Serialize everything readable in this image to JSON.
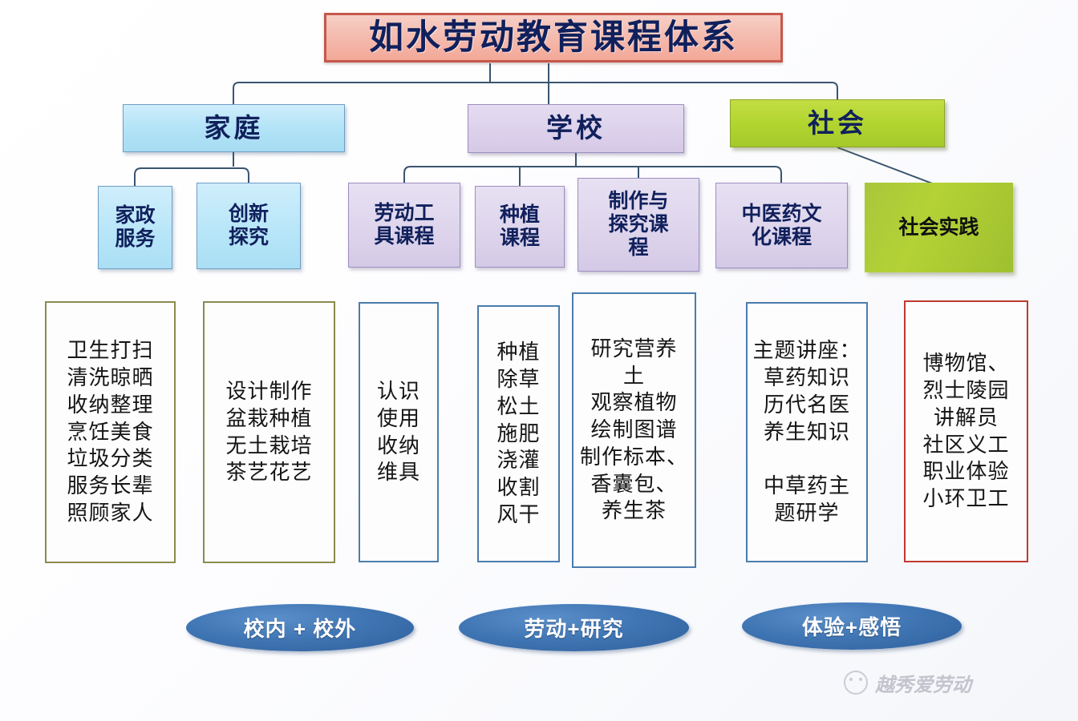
{
  "title": {
    "text": "如水劳动教育课程体系",
    "box_color": "#f4bcb0",
    "border_color": "#c4584c",
    "text_color": "#10205c"
  },
  "branches": [
    {
      "id": "family",
      "label": "家庭",
      "color": "#b3e3f7",
      "border": "#6f9dc4"
    },
    {
      "id": "school",
      "label": "学校",
      "color": "#ddd2ec",
      "border": "#9d8fc0"
    },
    {
      "id": "society",
      "label": "社会",
      "color": "#b2d52f",
      "border": "#8aa32a"
    }
  ],
  "subnodes": [
    {
      "id": "housekeeping",
      "label": "家政\n服务",
      "parent": "family"
    },
    {
      "id": "innovation",
      "label": "创新\n探究",
      "parent": "family"
    },
    {
      "id": "tools",
      "label": "劳动工\n具课程",
      "parent": "school"
    },
    {
      "id": "planting",
      "label": "种植\n课程",
      "parent": "school"
    },
    {
      "id": "makeinquiry",
      "label": "制作与\n探究课\n程",
      "parent": "school"
    },
    {
      "id": "tcm",
      "label": "中医药文\n化课程",
      "parent": "school"
    },
    {
      "id": "practice",
      "label": "社会实践",
      "parent": "society"
    }
  ],
  "details": [
    {
      "id": "d1",
      "border_color": "#8c8a4e",
      "text": "卫生打扫\n清洗晾晒\n收纳整理\n烹饪美食\n垃圾分类\n服务长辈\n照顾家人"
    },
    {
      "id": "d2",
      "border_color": "#8c8a4e",
      "text": "设计制作\n盆栽种植\n无土栽培\n茶艺花艺"
    },
    {
      "id": "d3",
      "border_color": "#4b7cae",
      "text": "认识\n使用\n收纳\n维具"
    },
    {
      "id": "d4",
      "border_color": "#4b7cae",
      "text": "种植\n除草\n松土\n施肥\n浇灌\n收割\n风干"
    },
    {
      "id": "d5",
      "border_color": "#4b7cae",
      "text": "研究营养\n土\n观察植物\n绘制图谱\n制作标本、\n香囊包、\n养生茶"
    },
    {
      "id": "d6",
      "border_color": "#4b7cae",
      "text": "主题讲座：\n草药知识\n历代名医\n养生知识\n\n中草药主\n题研学"
    },
    {
      "id": "d7",
      "border_color": "#c0392f",
      "text": "博物馆、\n烈士陵园\n讲解员\n社区义工\n职业体验\n小环卫工"
    }
  ],
  "pills": [
    {
      "id": "p1",
      "label": "校内 + 校外"
    },
    {
      "id": "p2",
      "label": "劳动+研究"
    },
    {
      "id": "p3",
      "label": "体验+感悟"
    }
  ],
  "watermark": {
    "text": "越秀爱劳动",
    "icon": "smiley-circle-icon"
  },
  "connector_color": "#3a5570"
}
